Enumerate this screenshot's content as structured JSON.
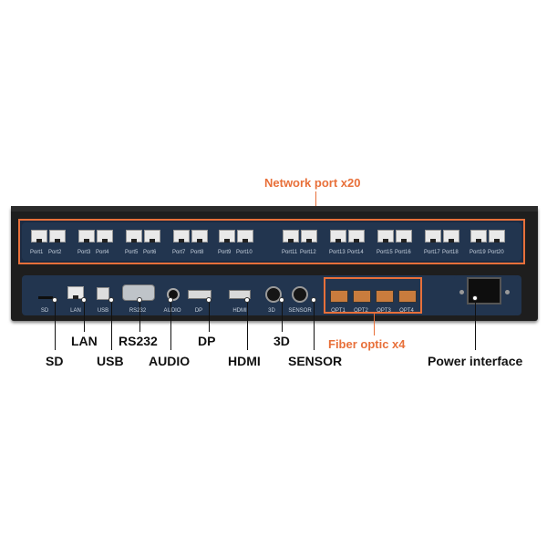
{
  "callouts": {
    "network": "Network port x20",
    "fiber": "Fiber optic x4",
    "power": "Power interface"
  },
  "ports": [
    "Port1",
    "Port2",
    "Port3",
    "Port4",
    "Port5",
    "Port6",
    "Port7",
    "Port8",
    "Port9",
    "Port10",
    "Port11",
    "Port12",
    "Port13",
    "Port14",
    "Port15",
    "Port16",
    "Port17",
    "Port18",
    "Port19",
    "Port20"
  ],
  "io_labels": {
    "sd": "SD",
    "lan": "LAN",
    "usb": "USB",
    "rs232": "RS232",
    "audio": "AUDIO",
    "dp": "DP",
    "hdmi": "HDMI",
    "threed": "3D",
    "sensor": "SENSOR",
    "opt1": "OPT1",
    "opt2": "OPT2",
    "opt3": "OPT3",
    "opt4": "OPT4"
  },
  "captions": {
    "sd": "SD",
    "lan": "LAN",
    "usb": "USB",
    "rs232": "RS232",
    "audio": "AUDIO",
    "dp": "DP",
    "hdmi": "HDMI",
    "threed": "3D",
    "sensor": "SENSOR"
  },
  "colors": {
    "accent": "#e8703a",
    "panel": "#22354f",
    "chassis": "#1e1e1e"
  }
}
